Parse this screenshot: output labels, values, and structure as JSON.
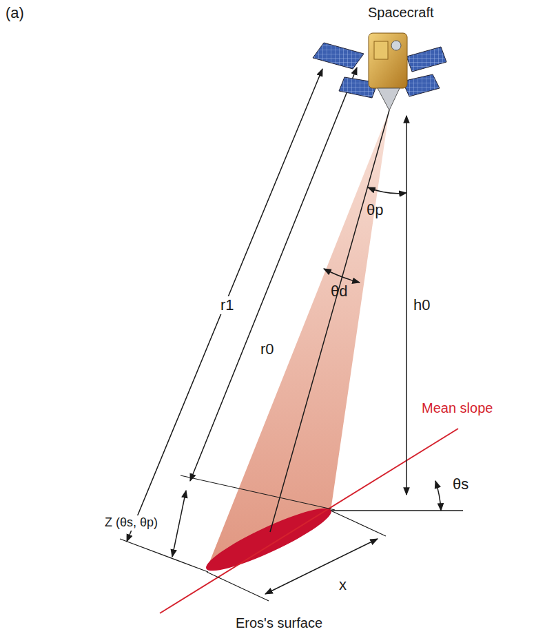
{
  "diagram": {
    "labels": [
      "(a)",
      "Spacecraft",
      "r1",
      "r0",
      "θp",
      "h0",
      "θd",
      "Mean slope",
      "θs",
      "Z (θs, θp)",
      "x",
      "Eros's surface"
    ]
  }
}
